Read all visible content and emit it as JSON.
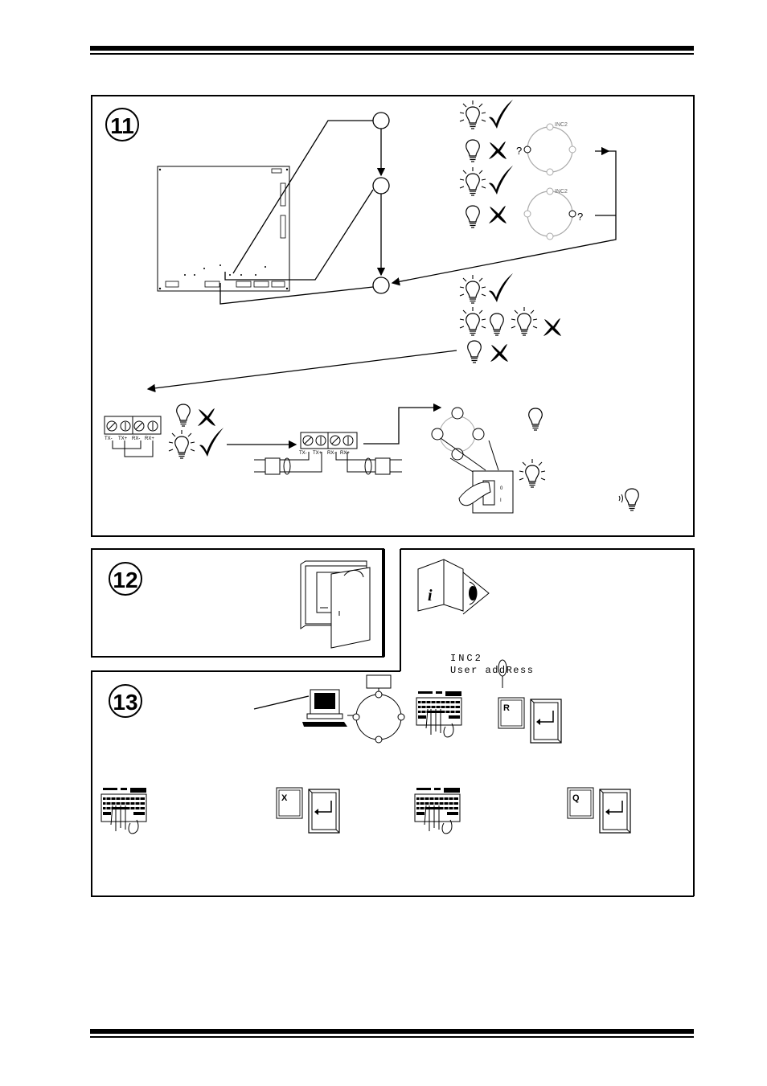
{
  "steps": {
    "step11": "11",
    "step12": "12",
    "step13": "13"
  },
  "ring": {
    "label_top": "INC2",
    "label_bottom": "INC2",
    "query": "?"
  },
  "terminals": {
    "left": [
      "TX-",
      "TX+",
      "RX-",
      "RX+"
    ],
    "right": [
      "TX-",
      "TX+",
      "RX-",
      "RX+"
    ]
  },
  "switch": {
    "on": "0",
    "off": "I"
  },
  "display": {
    "line1": "INC2",
    "line2": "User addRess"
  },
  "keys": {
    "r": "R",
    "x": "X",
    "q": "Q"
  },
  "icons": {
    "lamp_on": "lamp-lit-icon",
    "lamp_off": "lamp-unlit-icon",
    "check": "check-icon",
    "cross": "cross-icon",
    "info": "info-book-eye-icon",
    "computer": "computer-icon",
    "keyboard": "keyboard-icon",
    "enter": "enter-key-icon"
  }
}
